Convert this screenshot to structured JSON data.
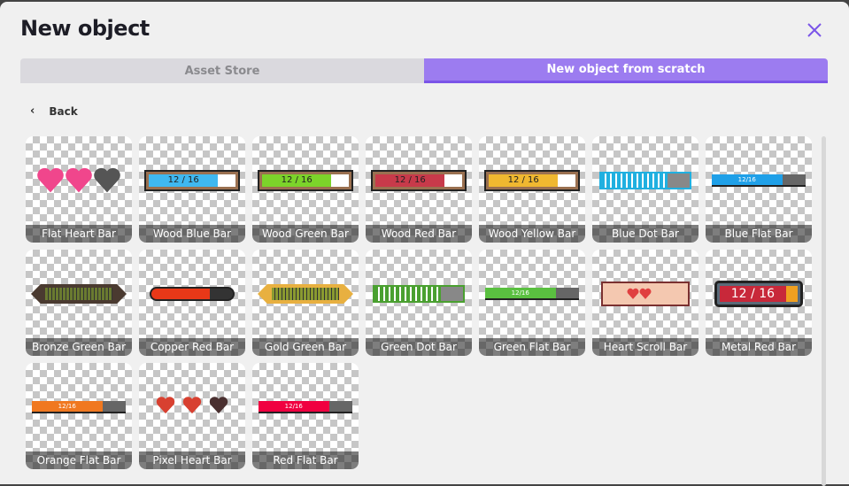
{
  "dialog": {
    "title": "New object",
    "close_icon": "close-icon"
  },
  "tabs": [
    {
      "label": "Asset Store",
      "active": false
    },
    {
      "label": "New object from scratch",
      "active": true
    }
  ],
  "back": {
    "label": "Back"
  },
  "colors": {
    "accent": "#9c7cf0",
    "close": "#7b55e8"
  },
  "items": [
    {
      "label": "Flat Heart Bar",
      "kind": "hearts",
      "c1": "#f0468c",
      "c2": "#555"
    },
    {
      "label": "Wood Blue Bar",
      "kind": "wood",
      "c1": "#3fb8f0",
      "text": "12 / 16"
    },
    {
      "label": "Wood Green Bar",
      "kind": "wood",
      "c1": "#7cd42a",
      "text": "12 / 16"
    },
    {
      "label": "Wood Red Bar",
      "kind": "wood",
      "c1": "#c83a4a",
      "text": "12 / 16"
    },
    {
      "label": "Wood Yellow Bar",
      "kind": "wood",
      "c1": "#f0b830",
      "text": "12 / 16"
    },
    {
      "label": "Blue Dot Bar",
      "kind": "dot",
      "c1": "#20b0e0"
    },
    {
      "label": "Blue Flat Bar",
      "kind": "flat",
      "c1": "#1fa0e8",
      "text": "12/16"
    },
    {
      "label": "Bronze Green Bar",
      "kind": "gem",
      "c1": "#6a7a30",
      "c2": "#4a3a30"
    },
    {
      "label": "Copper Red Bar",
      "kind": "pill",
      "c1": "#e83818"
    },
    {
      "label": "Gold Green Bar",
      "kind": "gem",
      "c1": "#8a9a30",
      "c2": "#e8b040"
    },
    {
      "label": "Green Dot Bar",
      "kind": "dot",
      "c1": "#4aa030"
    },
    {
      "label": "Green Flat Bar",
      "kind": "flat",
      "c1": "#5ac040",
      "text": "12/16"
    },
    {
      "label": "Heart Scroll Bar",
      "kind": "scroll",
      "c1": "#e04040"
    },
    {
      "label": "Metal Red Bar",
      "kind": "metal",
      "c1": "#c8283a",
      "text": "12 / 16"
    },
    {
      "label": "Orange Flat Bar",
      "kind": "flat",
      "c1": "#f07820",
      "text": "12/16"
    },
    {
      "label": "Pixel Heart Bar",
      "kind": "pixhearts",
      "c1": "#d84030",
      "c2": "#4a3030"
    },
    {
      "label": "Red Flat Bar",
      "kind": "flat",
      "c1": "#f00040",
      "text": "12/16"
    }
  ]
}
